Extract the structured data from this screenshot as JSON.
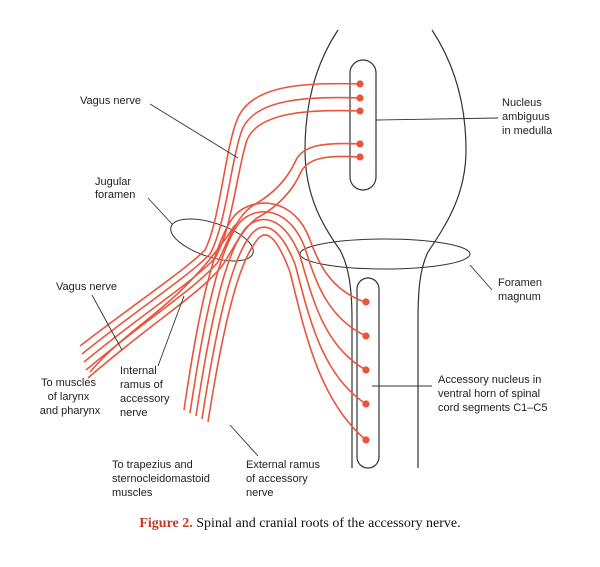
{
  "colors": {
    "nerve": "#e8553d",
    "outline": "#333333",
    "leader": "#333333",
    "figure_label": "#c0392b"
  },
  "labels": {
    "vagus_top": "Vagus nerve",
    "jugular": [
      "Jugular",
      "foramen"
    ],
    "vagus_mid": "Vagus nerve",
    "nucleus_ambiguus": [
      "Nucleus",
      "ambiguus",
      "in medulla"
    ],
    "foramen_magnum": [
      "Foramen",
      "magnum"
    ],
    "accessory_nucleus": [
      "Accessory nucleus in",
      "ventral horn of spinal",
      "cord segments C1–C5"
    ],
    "to_muscles": [
      "To muscles",
      "of larynx",
      "and pharynx"
    ],
    "internal_ramus": [
      "Internal",
      "ramus of",
      "accessory",
      "nerve"
    ],
    "to_trapezius": [
      "To trapezius and",
      "sternocleidomastoid",
      "muscles"
    ],
    "external_ramus": [
      "External ramus",
      "of accessory",
      "nerve"
    ]
  },
  "caption": {
    "figure": "Figure 2.",
    "text": " Spinal and cranial roots of the accessory nerve."
  }
}
